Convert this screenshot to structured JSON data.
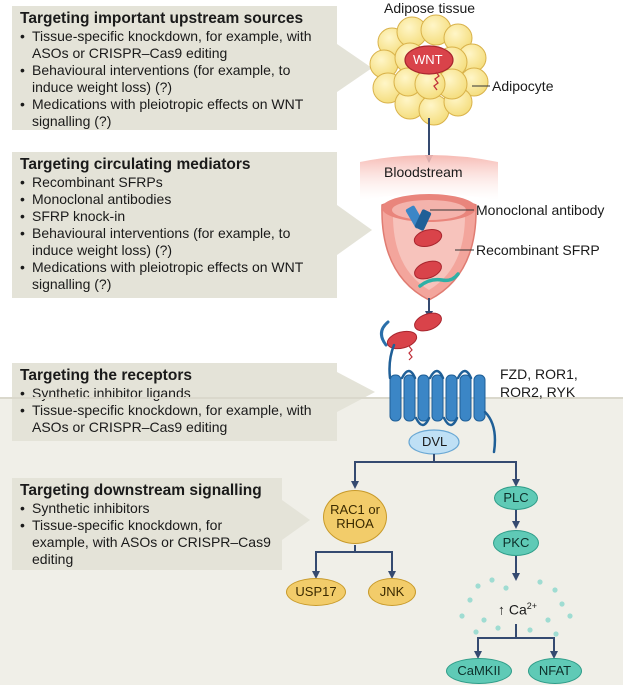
{
  "boxes": [
    {
      "title": "Targeting important upstream sources",
      "items": [
        "Tissue-specific knockdown, for example, with ASOs or CRISPR–Cas9 editing",
        "Behavioural interventions (for example, to induce weight loss) (?)",
        "Medications with pleiotropic effects on WNT signalling (?)"
      ]
    },
    {
      "title": "Targeting circulating mediators",
      "items": [
        "Recombinant SFRPs",
        "Monoclonal antibodies",
        "SFRP knock-in",
        "Behavioural interventions (for example, to induce weight loss) (?)",
        "Medications with pleiotropic effects on WNT signalling (?)"
      ]
    },
    {
      "title": "Targeting the receptors",
      "items": [
        "Synthetic inhibitor ligands",
        "Tissue-specific knockdown, for example, with ASOs or CRISPR–Cas9 editing"
      ]
    },
    {
      "title": "Targeting downstream signalling",
      "items": [
        "Synthetic inhibitors",
        "Tissue-specific knockdown, for example, with ASOs or CRISPR–Cas9 editing"
      ]
    }
  ],
  "labels": {
    "adipose_tissue": "Adipose tissue",
    "wnt": "WNT",
    "adipocyte": "Adipocyte",
    "bloodstream": "Bloodstream",
    "monoclonal_antibody": "Monoclonal antibody",
    "recombinant_sfrp": "Recombinant SFRP",
    "receptors_line1": "FZD, ROR1,",
    "receptors_line2": "ROR2, RYK",
    "dvl": "DVL",
    "rac1_line1": "RAC1 or",
    "rac1_line2": "RHOA",
    "plc": "PLC",
    "pkc": "PKC",
    "usp17": "USP17",
    "jnk": "JNK",
    "calcium_arrow": "↑ Ca",
    "calcium_sup": "2+",
    "camkii": "CaMKII",
    "nfat": "NFAT"
  },
  "colors": {
    "box_bg": "#e4e3d8",
    "wnt_red": "#d9434a",
    "receptor_blue": "#3b86c6",
    "pathway_green": "#5fcab6",
    "pathway_gold": "#f2cc6a",
    "dvl_blue": "#bfe0f5",
    "arrow": "#354a70"
  }
}
